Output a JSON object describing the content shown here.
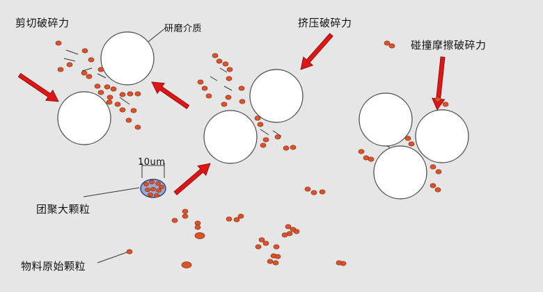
{
  "labels": {
    "shear": "剪切破碎力",
    "media": "研磨介质",
    "squeeze": "挤压破碎力",
    "collision": "碰撞摩擦破碎力",
    "agglomerate": "团聚大颗粒",
    "primary": "物料原始颗粒",
    "scale": "10um"
  },
  "colors": {
    "background": "#e6e6e6",
    "particle": "#d9532c",
    "particle_stroke": "#8a2a10",
    "arrow": "#e01515",
    "arrow_stroke": "#7a0a0a",
    "ball_fill": "#ffffff",
    "ball_stroke": "#444444",
    "agglomerate_fill": "#9aaad0"
  }
}
